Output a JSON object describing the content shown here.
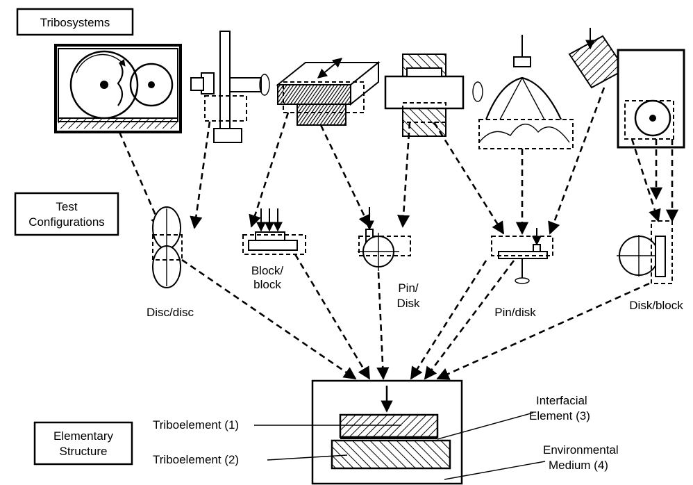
{
  "section_labels": {
    "tribosystems": "Tribosystems",
    "test_configurations_line1": "Test",
    "test_configurations_line2": "Configurations",
    "elementary_structure_line1": "Elementary",
    "elementary_structure_line2": "Structure"
  },
  "test_configurations": {
    "disc_disc": "Disc/disc",
    "block_block_line1": "Block/",
    "block_block_line2": "block",
    "pin_disk_1_line1": "Pin/",
    "pin_disk_1_line2": "Disk",
    "pin_disk_2": "Pin/disk",
    "disk_block": "Disk/block"
  },
  "elementary_structure": {
    "triboelement_1": "Triboelement (1)",
    "triboelement_2": "Triboelement (2)",
    "interfacial_element_line1": "Interfacial",
    "interfacial_element_line2": "Element (3)",
    "environmental_medium_line1": "Environmental",
    "environmental_medium_line2": "Medium (4)"
  }
}
